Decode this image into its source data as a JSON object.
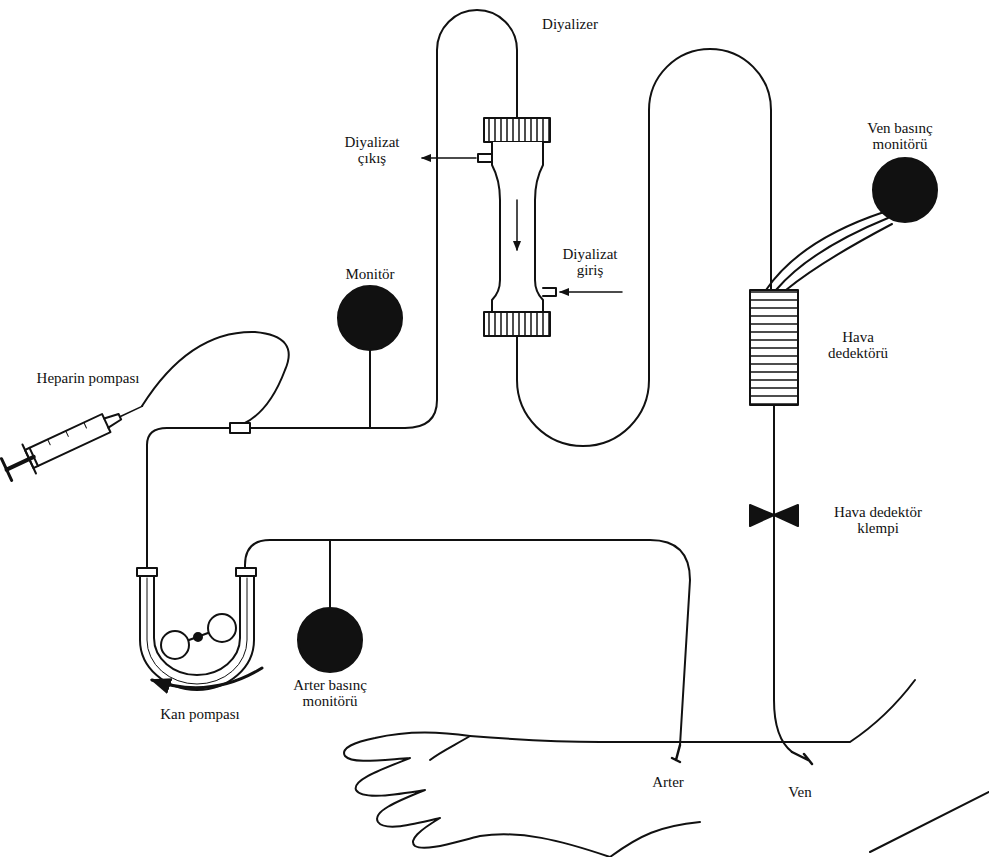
{
  "diagram": {
    "labels": [
      "Diyalizer",
      "Diyalizat çıkış",
      "Diyalizat giriş",
      "Monitör",
      "Ven basınç monitörü",
      "Heparin pompası",
      "Hava dedektörü",
      "Hava dedektör klempi",
      "Arter basınç monitörü",
      "Kan pompası",
      "Arter",
      "Ven"
    ]
  }
}
